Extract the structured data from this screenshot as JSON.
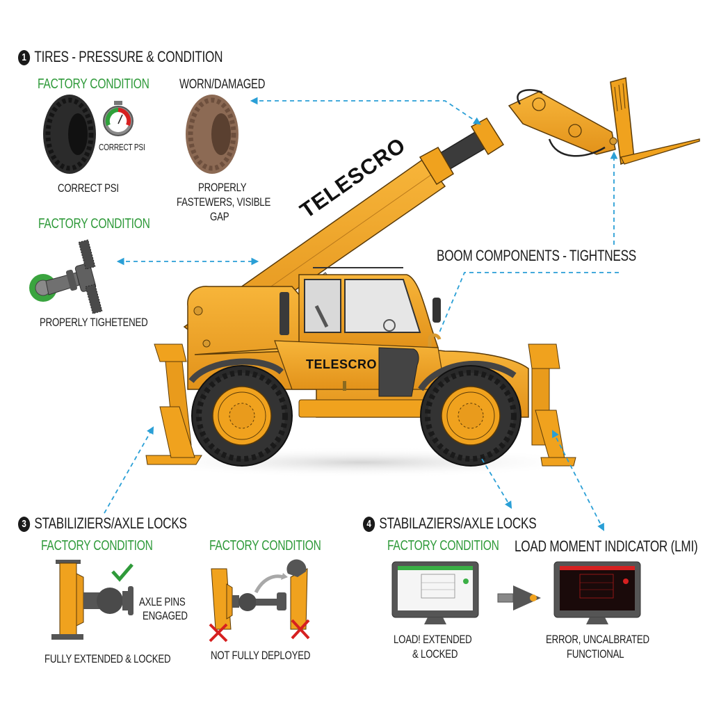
{
  "section1": {
    "number": "1",
    "title": "TIRES - PRESSURE & CONDITION",
    "factory_label": "FACTORY CONDITION",
    "worn_label": "WORN/DAMAGED",
    "gauge_label": "CORRECT PSI",
    "good_tire_caption": "CORRECT PSI",
    "worn_tire_caption_line1": "PROPERLY",
    "worn_tire_caption_line2": "FASTEWERS, VISIBLE",
    "worn_tire_caption_line3": "GAP"
  },
  "section2": {
    "factory_label": "FACTORY CONDITION",
    "fastener_caption": "PROPERLY TIGHETENED"
  },
  "boom_label": "BOOM COMPONENTS - TIGHTNESS",
  "machine": {
    "boom_brand": "TELESCRO",
    "body_brand": "TELESCRO",
    "body_color": "#f0a21e"
  },
  "section3": {
    "number": "3",
    "title": "STABILIZIERS/AXLE LOCKS",
    "factory_label_left": "FACTORY CONDITION",
    "factory_label_right": "FACTORY CONDITION",
    "axle_pins_line1": "AXLE PINS",
    "axle_pins_line2": "ENGAGED",
    "left_caption": "FULLY EXTENDED & LOCKED",
    "right_caption": "NOT FULLY DEPLOYED"
  },
  "section4": {
    "number": "4",
    "title": "STABILAZIERS/AXLE LOCKS",
    "factory_label": "FACTORY CONDITION",
    "lmi_title": "LOAD MOMENT INDICATOR (LMI)",
    "left_caption_line1": "LOAD! EXTENDED",
    "left_caption_line2": "& LOCKED",
    "right_caption_line1": "ERROR, UNCALBRATED",
    "right_caption_line2": "FUNCTIONAL"
  },
  "colors": {
    "accent_green": "#2f9a3a",
    "leader_blue": "#2a9fd6",
    "machine_yellow": "#f0a21e",
    "error_red": "#d62020"
  }
}
